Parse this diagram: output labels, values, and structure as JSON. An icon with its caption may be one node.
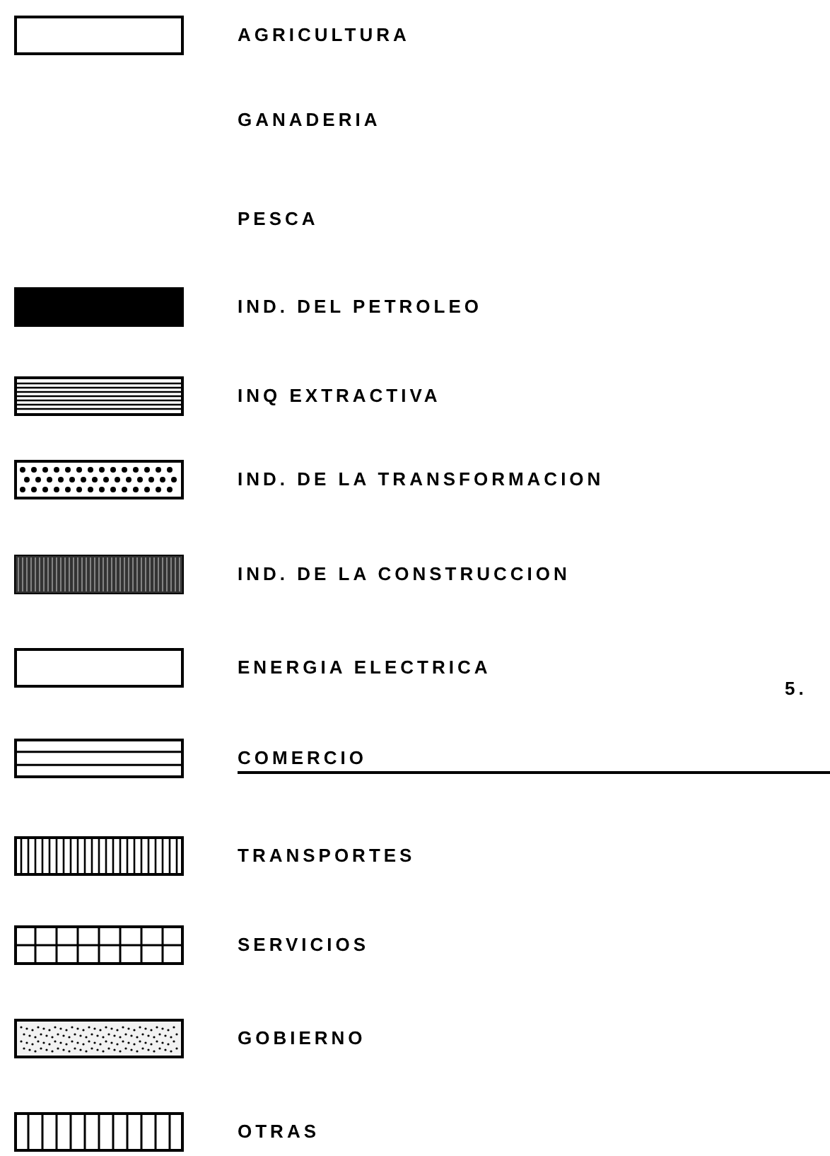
{
  "diagram": {
    "legend": [
      {
        "text": "AGRICULTURA"
      },
      {
        "text": "GANADERIA"
      },
      {
        "text": "PESCA"
      },
      {
        "text": "IND. DEL PETROLEO"
      },
      {
        "text": "INQ EXTRACTIVA"
      },
      {
        "text": "IND. DE LA TRANSFORMACION"
      },
      {
        "text": "IND. DE LA CONSTRUCCION"
      },
      {
        "text": "ENERGIA ELECTRICA"
      },
      {
        "text": "COMERCIO"
      },
      {
        "text": "TRANSPORTES"
      },
      {
        "text": "SERVICIOS"
      },
      {
        "text": "GOBIERNO"
      },
      {
        "text": "OTRAS"
      }
    ],
    "labels": [
      "5."
    ]
  }
}
